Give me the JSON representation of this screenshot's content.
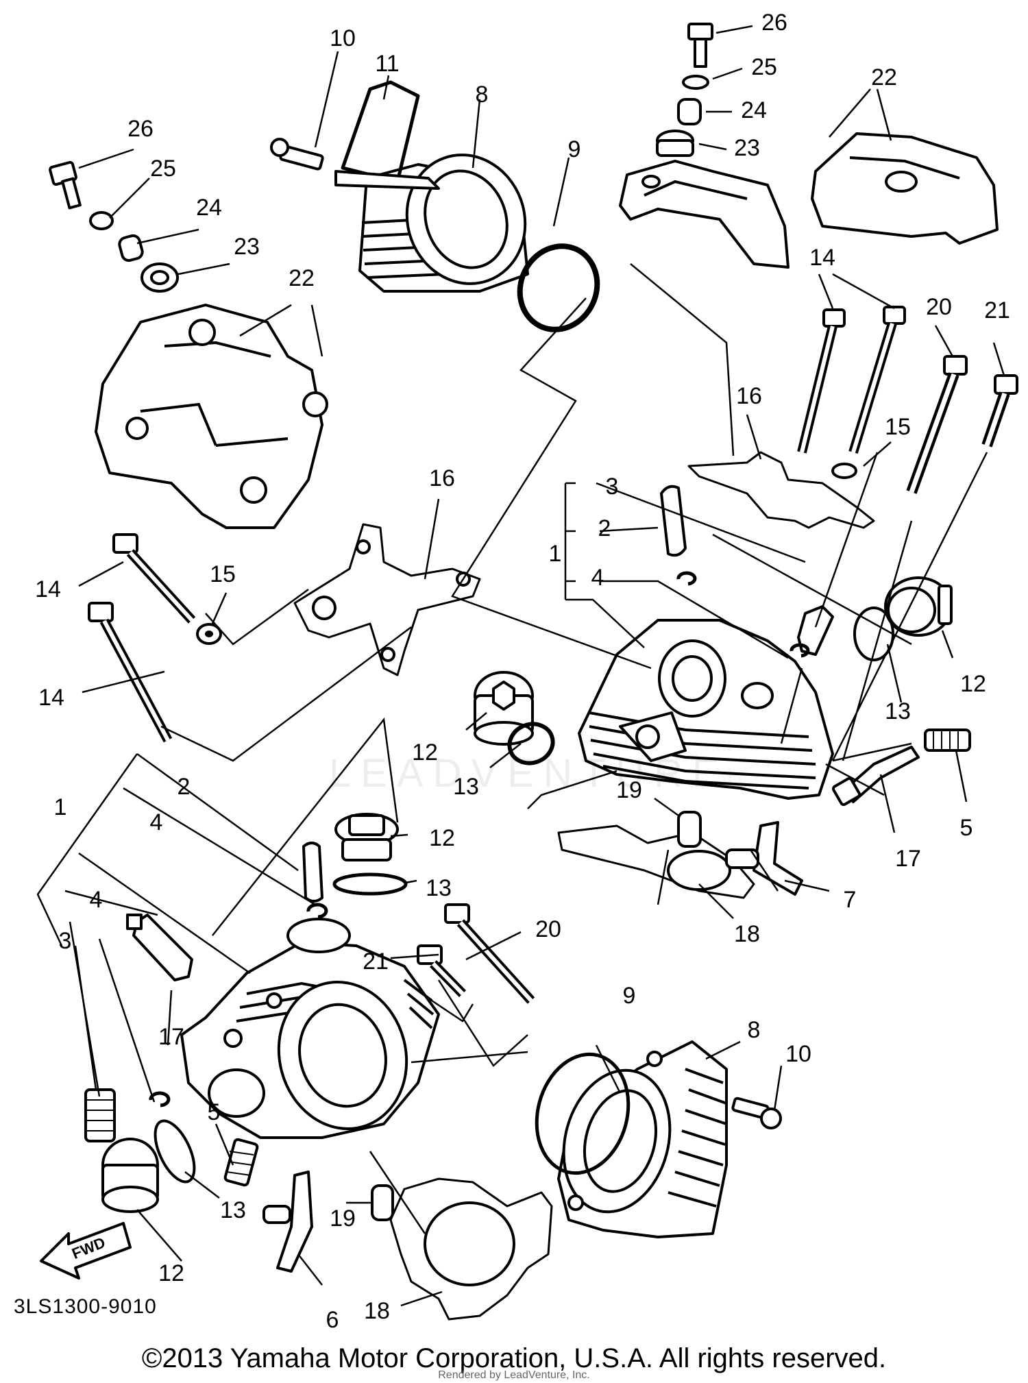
{
  "diagram": {
    "code": "3LS1300-9010",
    "fwd_label": "FWD",
    "copyright": "©2013 Yamaha Motor Corporation, U.S.A. All rights reserved.",
    "render_credit": "Rendered by LeadVenture, Inc.",
    "watermark": "LEADVENTURE"
  },
  "callouts": [
    "1",
    "2",
    "3",
    "4",
    "5",
    "6",
    "7",
    "8",
    "9",
    "10",
    "11",
    "12",
    "13",
    "14",
    "15",
    "16",
    "17",
    "18",
    "19",
    "20",
    "21",
    "22",
    "23",
    "24",
    "25",
    "26"
  ]
}
